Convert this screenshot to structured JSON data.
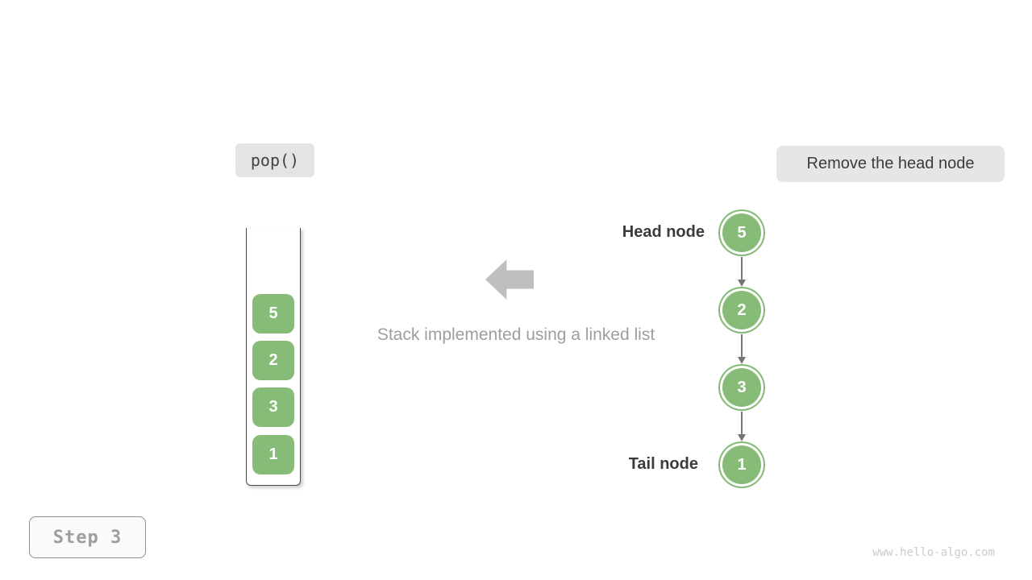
{
  "operation": {
    "label": "pop()"
  },
  "annotation": {
    "label": "Remove the head node"
  },
  "stack": {
    "items": [
      "5",
      "2",
      "3",
      "1"
    ]
  },
  "arrow": {
    "icon": "left-block-arrow"
  },
  "caption": "Stack implemented using a linked list",
  "linked_list": {
    "head_label": "Head node",
    "tail_label": "Tail node",
    "nodes": [
      "5",
      "2",
      "3",
      "1"
    ]
  },
  "step": {
    "label": "Step 3"
  },
  "watermark": "www.hello-algo.com",
  "colors": {
    "node_green": "#87bb78",
    "badge_gray": "#e6e6e6",
    "arrow_gray": "#bfbfbf",
    "text_dark": "#3b3b3b",
    "text_muted": "#9e9e9e",
    "connector_gray": "#757575"
  }
}
